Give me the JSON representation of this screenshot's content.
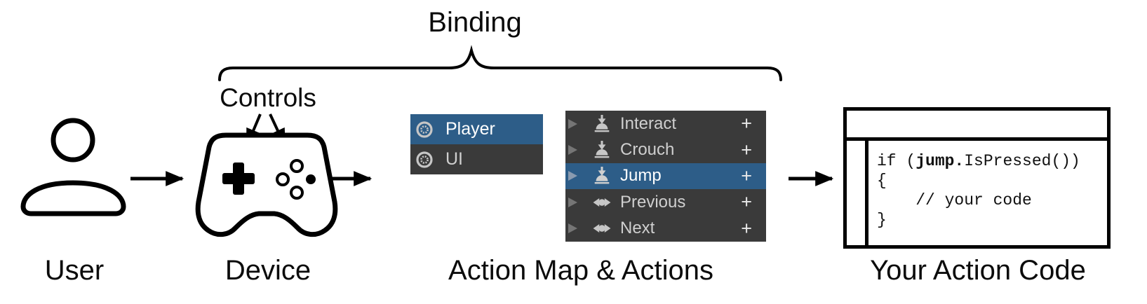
{
  "header": {
    "binding_label": "Binding",
    "controls_label": "Controls"
  },
  "captions": {
    "user": "User",
    "device": "Device",
    "action_map": "Action Map & Actions",
    "action_code": "Your Action Code"
  },
  "action_map_panel": {
    "rows": [
      {
        "label": "Player",
        "icon": "action-map-icon",
        "selected": true
      },
      {
        "label": "UI",
        "icon": "action-map-icon",
        "selected": false
      }
    ]
  },
  "actions_panel": {
    "rows": [
      {
        "label": "Interact",
        "icon": "button-press-icon",
        "add": "+",
        "selected": false
      },
      {
        "label": "Crouch",
        "icon": "button-press-icon",
        "add": "+",
        "selected": false
      },
      {
        "label": "Jump",
        "icon": "button-press-icon",
        "add": "+",
        "selected": true
      },
      {
        "label": "Previous",
        "icon": "axis-icon",
        "add": "+",
        "selected": false
      },
      {
        "label": "Next",
        "icon": "axis-icon",
        "add": "+",
        "selected": false
      }
    ]
  },
  "code_panel": {
    "line1_pre": "if (",
    "line1_bold": "jump.",
    "line1_post": "IsPressed())",
    "line2": "{",
    "line3": "    // your code",
    "line4": "}"
  },
  "icons": {
    "person": "user-silhouette",
    "gamepad": "game-controller",
    "action_map": "concentric-circles",
    "button_press": "arrow-onto-button",
    "axis": "left-right-axis",
    "foldout": "triangle-right",
    "arrow": "right-arrow"
  },
  "colors": {
    "selection_blue": "#2D5D88",
    "panel_bg": "#3A3A3A",
    "panel_text": "#CFCFCF",
    "selected_text": "#FFFFFF",
    "icon_gray": "#C6C6C6",
    "foldout_gray": "#757575",
    "ink": "#000000"
  }
}
